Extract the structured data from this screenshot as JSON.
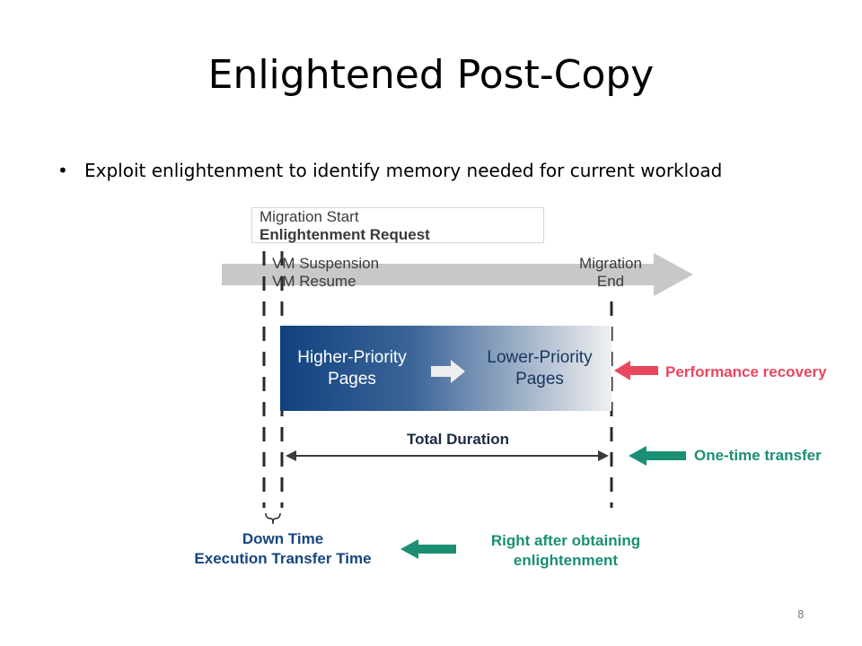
{
  "title": "Enlightened Post-Copy",
  "bullet": "Exploit enlightenment to identify memory needed for current workload",
  "diagram": {
    "migration_start": "Migration Start",
    "enlightenment_request": "Enlightenment Request",
    "vm_suspension": "VM Suspension",
    "vm_resume": "VM Resume",
    "migration_end": "Migration End",
    "higher_priority": "Higher-Priority Pages",
    "lower_priority": "Lower-Priority Pages",
    "performance_recovery": "Performance recovery",
    "total_duration": "Total Duration",
    "one_time_transfer": "One-time transfer",
    "down_time": "Down Time",
    "execution_transfer_time": "Execution Transfer Time",
    "right_after": "Right after obtaining enlightenment",
    "colors": {
      "timeline": "#c8c8c8",
      "dark_blue": "#10427f",
      "red": "#e8475f",
      "green": "#1a8f73"
    }
  },
  "page_number": "8"
}
